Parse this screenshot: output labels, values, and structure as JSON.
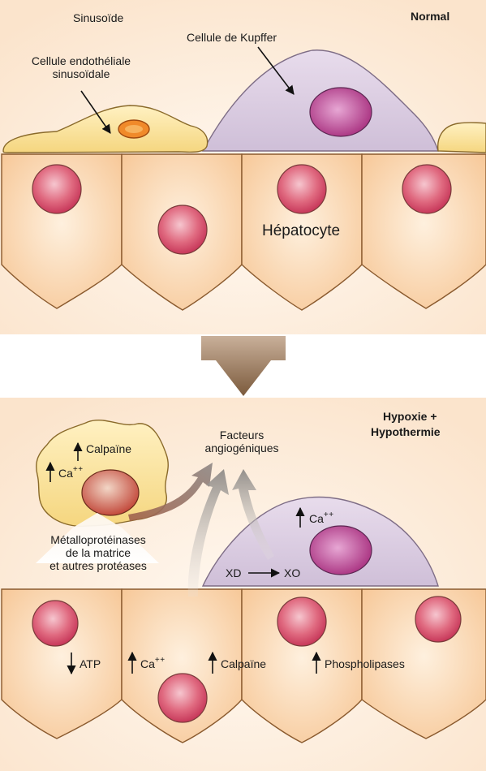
{
  "top_panel": {
    "title": "Normal",
    "labels": {
      "sinusoid": "Sinusoïde",
      "kupffer": "Cellule de Kupffer",
      "endothelial_line1": "Cellule endothéliale",
      "endothelial_line2": "sinusoïdale",
      "hepatocyte": "Hépatocyte"
    }
  },
  "bottom_panel": {
    "title_line1": "Hypoxie +",
    "title_line2": "Hypothermie",
    "angiogenic_line1": "Facteurs",
    "angiogenic_line2": "angiogéniques",
    "endothelial_cell": {
      "calpain": "Calpaïne",
      "calcium": "Ca",
      "calcium_charge": "++"
    },
    "proteases_line1": "Métalloprotéinases",
    "proteases_line2": "de la matrice",
    "proteases_line3": "et autres protéases",
    "kupffer_cell": {
      "calcium": "Ca",
      "calcium_charge": "++",
      "xd": "XD",
      "xo": "XO"
    },
    "hepatocytes": {
      "atp": "ATP",
      "calcium": "Ca",
      "calcium_charge": "++",
      "calpain": "Calpaïne",
      "phospholipases": "Phospholipases"
    }
  },
  "colors": {
    "hepatocyte_fill": "#fbd9b3",
    "hepatocyte_stroke": "#8a5a2e",
    "endothelial_fill": "#fde7a6",
    "kupffer_fill": "#ddd0e3",
    "kupffer_nucleus": "#b4398f",
    "hepatocyte_nucleus": "#d8546b",
    "transition_arrow": "#8b6a4c"
  }
}
